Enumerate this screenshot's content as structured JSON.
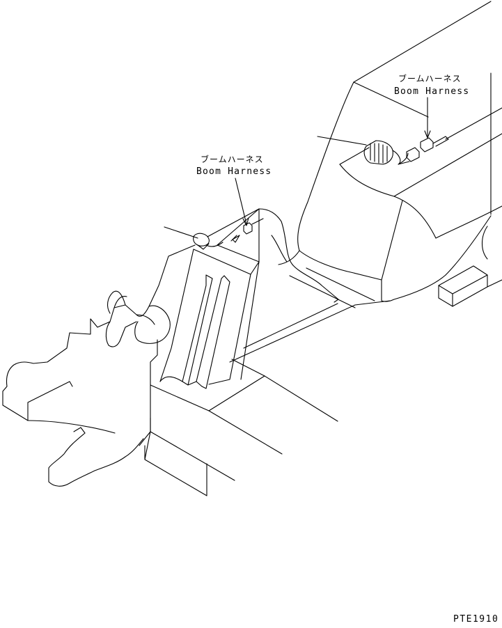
{
  "labels": {
    "right_jp": "ブームハーネス",
    "right_en": "Boom Harness",
    "left_jp": "ブームハーネス",
    "left_en": "Boom Harness"
  },
  "figure_code": "PTE1910"
}
